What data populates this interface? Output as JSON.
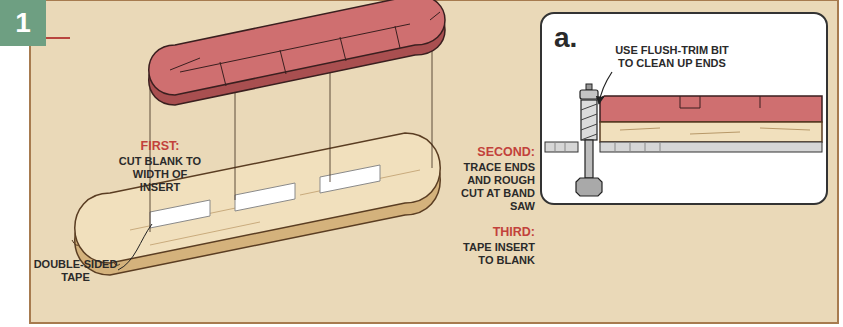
{
  "diagram": {
    "nodes": [
      {
        "text": [
          "1"
        ]
      },
      {
        "text": [
          "a.",
          "USE FLUSH-TRIM BIT TO CLEAN UP ENDS"
        ]
      }
    ],
    "labels": [
      "FIRST:",
      "CUT BLANK TO WIDTH OF INSERT",
      "SECOND:",
      "TRACE ENDS AND ROUGH CUT AT BAND SAW",
      "THIRD:",
      "TAPE INSERT TO BLANK",
      "DOUBLE-SIDED TAPE"
    ]
  }
}
